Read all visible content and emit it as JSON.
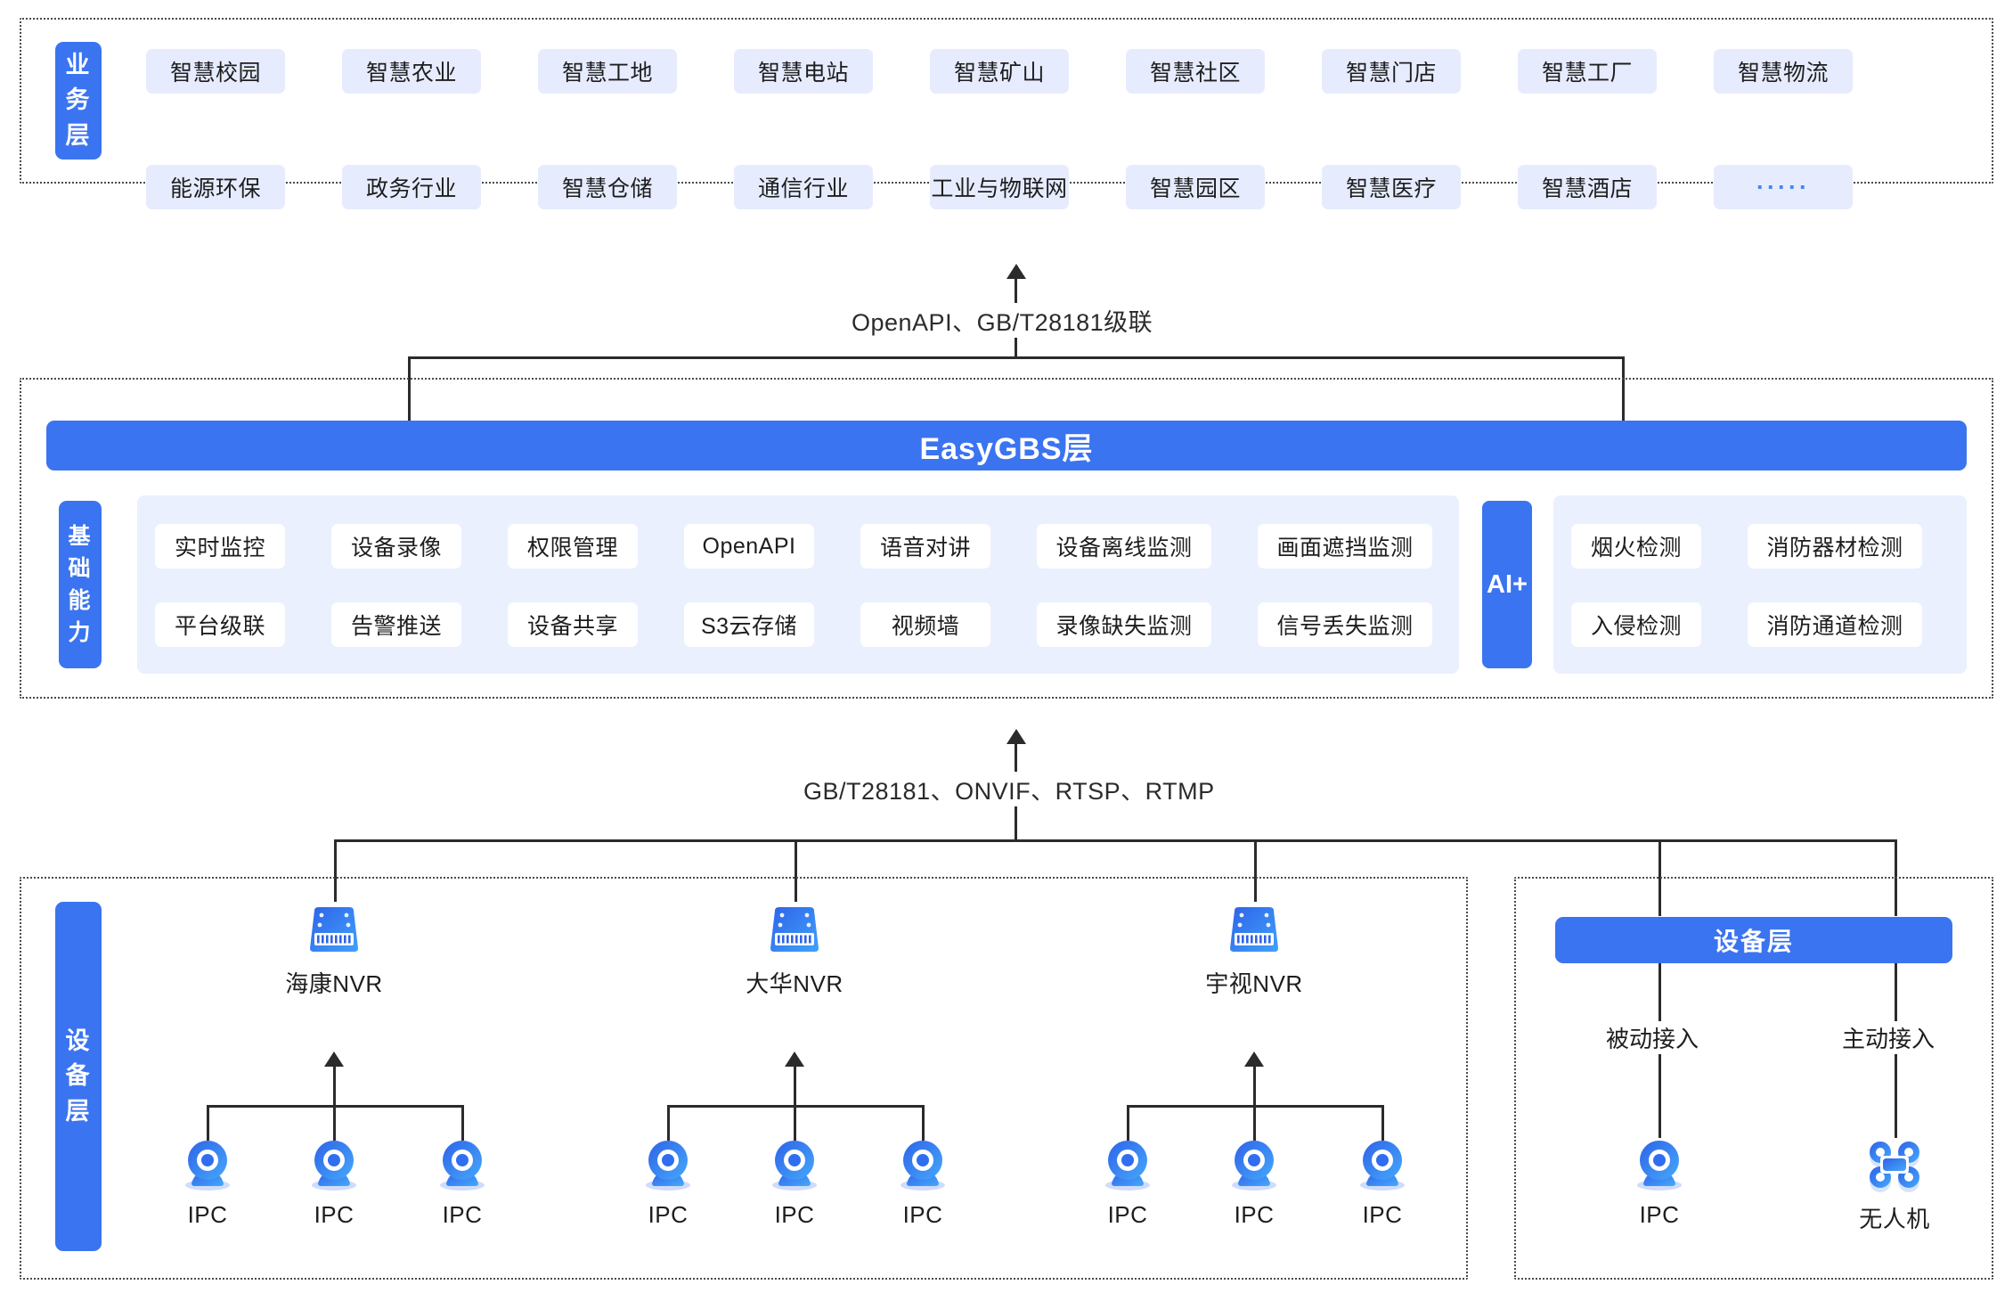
{
  "colors": {
    "brand_blue": "#3b74f0",
    "chip_bg": "#e6ecfd",
    "panel_bg": "#eaf0fe",
    "line": "#2b2b2b",
    "text": "#1d1d1f"
  },
  "business_layer": {
    "tab_label": "业务层",
    "row1": [
      "智慧校园",
      "智慧农业",
      "智慧工地",
      "智慧电站",
      "智慧矿山",
      "智慧社区",
      "智慧门店",
      "智慧工厂",
      "智慧物流"
    ],
    "row2": [
      "能源环保",
      "政务行业",
      "智慧仓储",
      "通信行业",
      "工业与物联网",
      "智慧园区",
      "智慧医疗",
      "智慧酒店",
      "·····"
    ]
  },
  "connector_top": {
    "label": "OpenAPI、GB/T28181级联"
  },
  "easygbs_layer": {
    "bar_label": "EasyGBS层",
    "basics_tab_label": "基础能力",
    "basics_row1": [
      "实时监控",
      "设备录像",
      "权限管理",
      "OpenAPI",
      "语音对讲",
      "设备离线监测",
      "画面遮挡监测"
    ],
    "basics_row2": [
      "平台级联",
      "告警推送",
      "设备共享",
      "S3云存储",
      "视频墙",
      "录像缺失监测",
      "信号丢失监测"
    ],
    "ai_tab_label": "AI+",
    "ai_row1": [
      "烟火检测",
      "消防器材检测"
    ],
    "ai_row2": [
      "入侵检测",
      "消防通道检测"
    ]
  },
  "connector_bottom": {
    "label": "GB/T28181、ONVIF、RTSP、RTMP"
  },
  "device_layer_left": {
    "tab_label": "设备层",
    "groups": [
      {
        "nvr_label": "海康NVR",
        "icon": "nvr-icon",
        "cameras": [
          "IPC",
          "IPC",
          "IPC"
        ]
      },
      {
        "nvr_label": "大华NVR",
        "icon": "nvr-icon",
        "cameras": [
          "IPC",
          "IPC",
          "IPC"
        ]
      },
      {
        "nvr_label": "宇视NVR",
        "icon": "nvr-icon",
        "cameras": [
          "IPC",
          "IPC",
          "IPC"
        ]
      }
    ]
  },
  "device_layer_right": {
    "bar_label": "设备层",
    "branches": [
      {
        "access_label": "被动接入",
        "device_label": "IPC",
        "icon": "ipc-camera-icon"
      },
      {
        "access_label": "主动接入",
        "device_label": "无人机",
        "icon": "drone-icon"
      }
    ]
  }
}
